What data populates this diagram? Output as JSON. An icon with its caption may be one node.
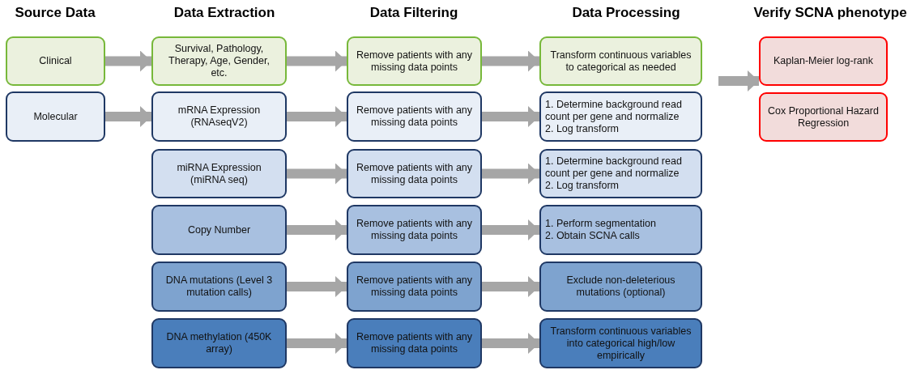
{
  "diagram": {
    "nodes": [
      {
        "text": [
          "Clinical"
        ]
      },
      {
        "text": [
          "Molecular"
        ]
      },
      {
        "text": [
          "Survival, Pathology, Therapy, Age, Gender, etc."
        ]
      },
      {
        "text": [
          "mRNA Expression (RNAseqV2)"
        ]
      },
      {
        "text": [
          "miRNA Expression (miRNA seq)"
        ]
      },
      {
        "text": [
          "Copy Number"
        ]
      },
      {
        "text": [
          "DNA mutations (Level 3 mutation calls)"
        ]
      },
      {
        "text": [
          "DNA methylation (450K array)"
        ]
      },
      {
        "text": [
          "Remove patients with any missing data points"
        ]
      },
      {
        "text": [
          "Remove patients with any missing data points"
        ]
      },
      {
        "text": [
          "Remove patients with any missing data points"
        ]
      },
      {
        "text": [
          "Remove patients with any missing data points"
        ]
      },
      {
        "text": [
          "Remove patients with any missing data points"
        ]
      },
      {
        "text": [
          "Remove patients with any missing data points"
        ]
      },
      {
        "text": [
          "Transform continuous variables to categorical as needed"
        ]
      },
      {
        "text": [
          "1. Determine background read count per gene and normalize",
          "2. Log transform"
        ]
      },
      {
        "text": [
          "1. Determine background read count per gene and normalize",
          "2. Log transform"
        ]
      },
      {
        "text": [
          "1. Perform segmentation",
          "2. Obtain SCNA calls"
        ]
      },
      {
        "text": [
          "Exclude non-deleterious mutations (optional)"
        ]
      },
      {
        "text": [
          "Transform continuous variables into categorical high/low empirically"
        ]
      },
      {
        "text": [
          "Kaplan-Meier log-rank"
        ]
      },
      {
        "text": [
          "Cox Proportional Hazard Regression"
        ]
      }
    ],
    "edges": [
      {
        "from": 0,
        "to": 2,
        "arrow": "to"
      },
      {
        "from": 1,
        "to": 3,
        "arrow": "to"
      },
      {
        "from": 2,
        "to": 8,
        "arrow": "to"
      },
      {
        "from": 3,
        "to": 9,
        "arrow": "to"
      },
      {
        "from": 4,
        "to": 10,
        "arrow": "to"
      },
      {
        "from": 5,
        "to": 11,
        "arrow": "to"
      },
      {
        "from": 6,
        "to": 12,
        "arrow": "to"
      },
      {
        "from": 7,
        "to": 13,
        "arrow": "to"
      },
      {
        "from": 8,
        "to": 14,
        "arrow": "to"
      },
      {
        "from": 9,
        "to": 15,
        "arrow": "to"
      },
      {
        "from": 10,
        "to": 16,
        "arrow": "to"
      },
      {
        "from": 11,
        "to": 17,
        "arrow": "to"
      },
      {
        "from": 12,
        "to": 18,
        "arrow": "to"
      },
      {
        "from": 13,
        "to": 19,
        "arrow": "to"
      },
      {
        "from": null,
        "to": 20,
        "arrow": "to"
      }
    ],
    "labels": [
      "Source Data",
      "Data Extraction",
      "Data Filtering",
      "Data Processing",
      "Verify SCNA phenotype"
    ]
  }
}
